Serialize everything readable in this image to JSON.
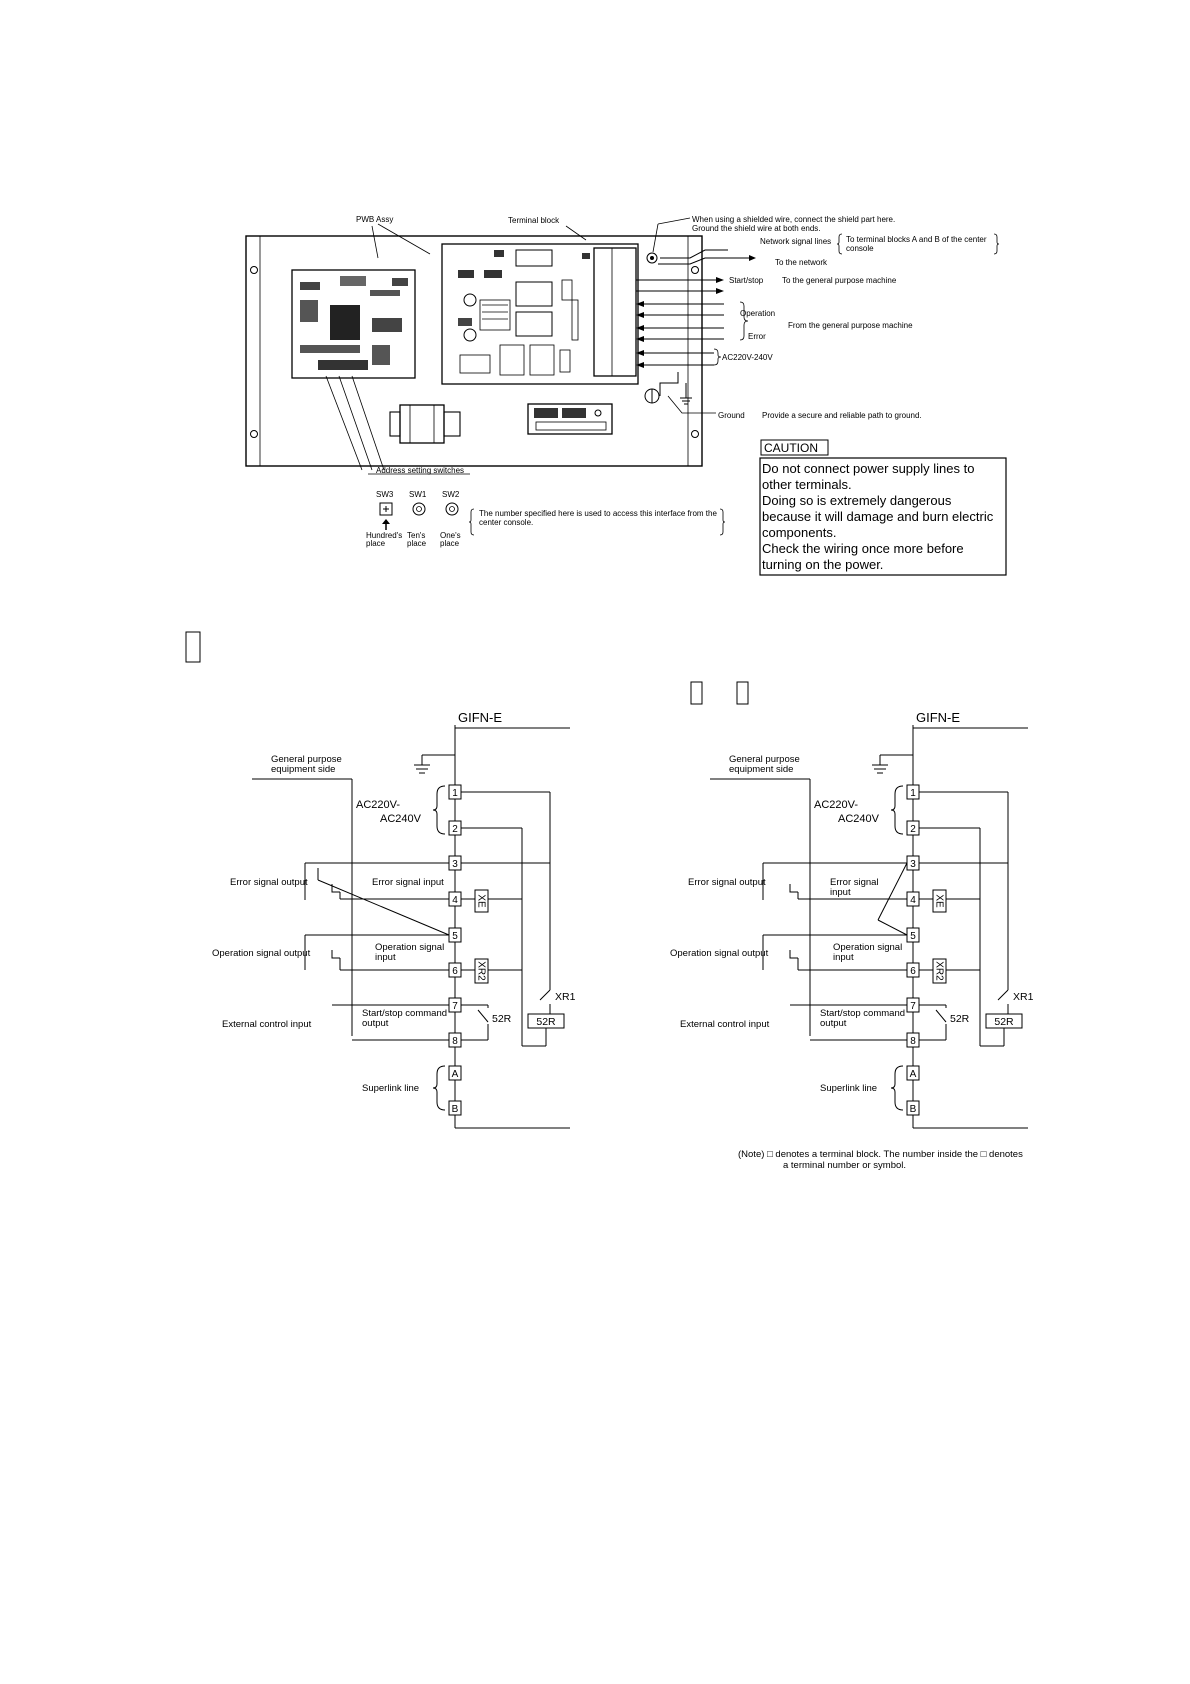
{
  "top_diagram": {
    "pwb_assy": "PWB Assy",
    "terminal_block": "Terminal block",
    "shield_note_1": "When using a shielded wire, connect the shield part here.",
    "shield_note_2": "Ground the shield wire at both ends.",
    "network_signal_lines": "Network signal lines",
    "terminal_blocks_note_1": "To terminal blocks A and B of the center",
    "terminal_blocks_note_2": "console",
    "to_network": "To the network",
    "start_stop": "Start/stop",
    "to_general_machine": "To the general purpose machine",
    "operation": "Operation",
    "error": "Error",
    "from_general_machine": "From the general purpose machine",
    "ac_power": "AC220V-240V",
    "ground": "Ground",
    "ground_note": "Provide a secure and reliable path to ground.",
    "address_switches": "Address setting switches",
    "sw3": "SW3",
    "sw1": "SW1",
    "sw2": "SW2",
    "sw3_place_1": "Hundred's",
    "sw3_place_2": "place",
    "sw1_place_1": "Ten's",
    "sw1_place_2": "place",
    "sw2_place_1": "One's",
    "sw2_place_2": "place",
    "sw_note_1": "The number specified here is used to access this interface from the",
    "sw_note_2": "center console.",
    "caution_label": "CAUTION",
    "caution_lines": [
      "Do not connect power supply lines to",
      "other terminals.",
      "Doing so is extremely dangerous",
      "because it will damage and burn electric",
      "components.",
      "Check the wiring once more before",
      "turning on the power."
    ]
  },
  "wiring_diagrams": [
    {
      "title": "GIFN-E",
      "equipment_side_1": "General purpose",
      "equipment_side_2": "equipment side",
      "ac_1": "AC220V-",
      "ac_2": "AC240V",
      "error_output": "Error signal output",
      "error_input_1": "Error signal input",
      "error_input_2": "",
      "operation_output": "Operation signal output",
      "operation_input_1": "Operation signal",
      "operation_input_2": "input",
      "external_control": "External control input",
      "startstop_1": "Start/stop command",
      "startstop_2": "output",
      "superlink": "Superlink line",
      "terminals": [
        "1",
        "2",
        "3",
        "4",
        "5",
        "6",
        "7",
        "8",
        "A",
        "B"
      ],
      "xe": "XE",
      "xr2": "XR2",
      "xr1": "XR1",
      "r52_contact": "52R",
      "r52_coil": "52R"
    },
    {
      "title": "GIFN-E",
      "equipment_side_1": "General purpose",
      "equipment_side_2": "equipment side",
      "ac_1": "AC220V-",
      "ac_2": "AC240V",
      "error_output": "Error signal output",
      "error_input_1": "Error signal",
      "error_input_2": "input",
      "operation_output": "Operation signal output",
      "operation_input_1": "Operation signal",
      "operation_input_2": "input",
      "external_control": "External control input",
      "startstop_1": "Start/stop command",
      "startstop_2": "output",
      "superlink": "Superlink line",
      "terminals": [
        "1",
        "2",
        "3",
        "4",
        "5",
        "6",
        "7",
        "8",
        "A",
        "B"
      ],
      "xe": "XE",
      "xr2": "XR2",
      "xr1": "XR1",
      "r52_contact": "52R",
      "r52_coil": "52R"
    }
  ],
  "note_1": "(Note)  □ denotes a terminal block. The number inside the □ denotes",
  "note_2": "a terminal number or symbol."
}
